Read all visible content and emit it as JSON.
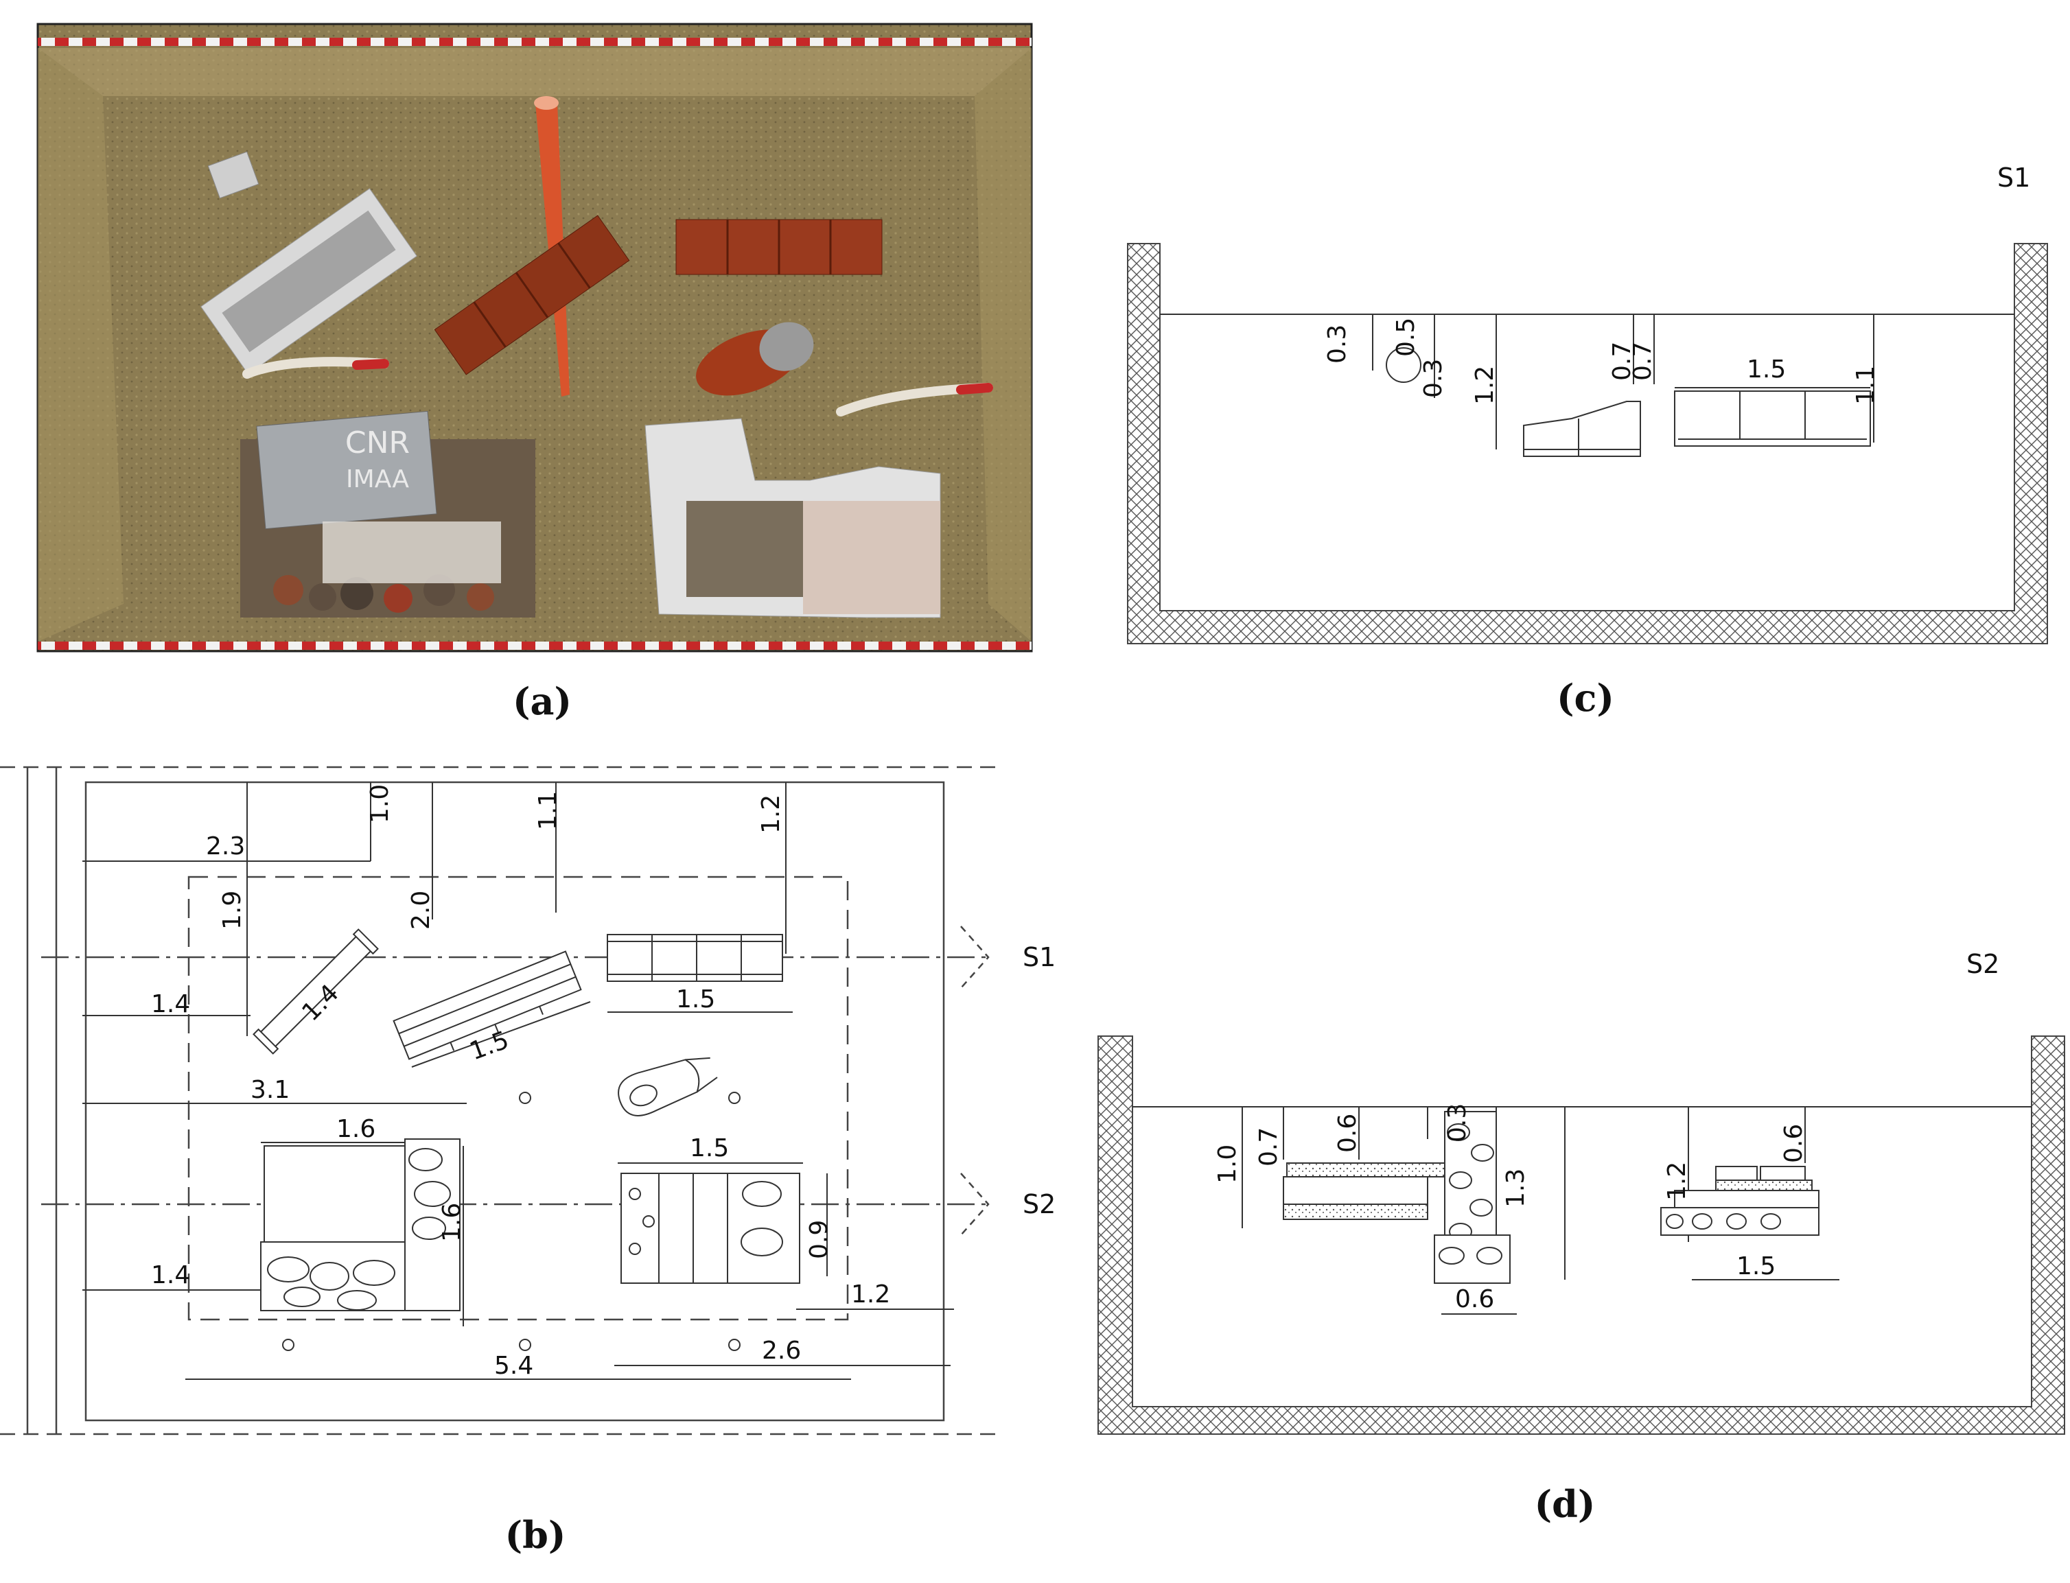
{
  "captions": {
    "a": "(a)",
    "b": "(b)",
    "c": "(c)",
    "d": "(d)"
  },
  "photo": {
    "sign_text": "CNR\nIMAA"
  },
  "plan": {
    "section_labels": [
      "S1",
      "S2"
    ],
    "dims": {
      "d_2_3": "2.3",
      "d_1_0": "1.0",
      "d_1_1": "1.1",
      "d_1_2": "1.2",
      "d_1_9": "1.9",
      "d_2_0": "2.0",
      "d_1_4_pipe": "1.4",
      "d_1_4_left": "1.4",
      "d_1_5_a": "1.5",
      "d_1_5_b": "1.5",
      "d_3_1": "3.1",
      "d_1_6_a": "1.6",
      "d_1_6_b": "1.6",
      "d_1_5_c": "1.5",
      "d_0_9": "0.9",
      "d_1_4_low": "1.4",
      "d_1_2_low": "1.2",
      "d_5_4": "5.4",
      "d_2_6": "2.6"
    }
  },
  "section_s1": {
    "label": "S1",
    "dims": {
      "d_0_3": "0.3",
      "d_0_5": "0.5",
      "d_0_3b": "0.3",
      "d_1_2": "1.2",
      "d_0_7a": "0.7",
      "d_0_7b": "0.7",
      "d_1_5": "1.5",
      "d_1_1": "1.1"
    }
  },
  "section_s2": {
    "label": "S2",
    "dims": {
      "d_1_0": "1.0",
      "d_0_7": "0.7",
      "d_0_6a": "0.6",
      "d_0_3": "0.3",
      "d_1_3": "1.3",
      "d_0_6b": "0.6",
      "d_1_2": "1.2",
      "d_0_6c": "0.6",
      "d_1_5": "1.5"
    }
  }
}
